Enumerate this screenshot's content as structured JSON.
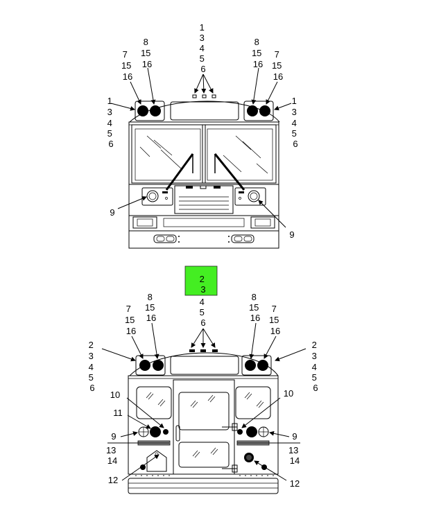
{
  "diagram": {
    "front_view": {
      "top_center_stack": [
        "1",
        "3",
        "4",
        "5",
        "6"
      ],
      "left_outer_stack": [
        "7",
        "15",
        "16"
      ],
      "left_inner_stack": [
        "8",
        "15",
        "16"
      ],
      "right_inner_stack": [
        "8",
        "15",
        "16"
      ],
      "right_outer_stack": [
        "7",
        "15",
        "16"
      ],
      "left_side_stack": [
        "1",
        "3",
        "4",
        "5",
        "6"
      ],
      "right_side_stack": [
        "1",
        "3",
        "4",
        "5",
        "6"
      ],
      "left_headlamp_label": "9",
      "right_headlamp_label": "9"
    },
    "highlight_box": {
      "labels": [
        "2",
        "3"
      ],
      "color": "#44ee22"
    },
    "rear_view": {
      "top_center_stack": [
        "4",
        "5",
        "6"
      ],
      "left_outer_stack": [
        "7",
        "15",
        "16"
      ],
      "left_inner_stack": [
        "8",
        "15",
        "16"
      ],
      "right_inner_stack": [
        "8",
        "15",
        "16"
      ],
      "right_outer_stack": [
        "7",
        "15",
        "16"
      ],
      "left_side_stack": [
        "2",
        "3",
        "4",
        "5",
        "6"
      ],
      "right_side_stack": [
        "2",
        "3",
        "4",
        "5",
        "6"
      ],
      "left_10": "10",
      "right_10": "10",
      "left_11": "11",
      "left_9": "9",
      "right_9": "9",
      "left_13_14": [
        "13",
        "14"
      ],
      "right_13_14": [
        "13",
        "14"
      ],
      "left_12": "12",
      "right_12": "12"
    }
  }
}
